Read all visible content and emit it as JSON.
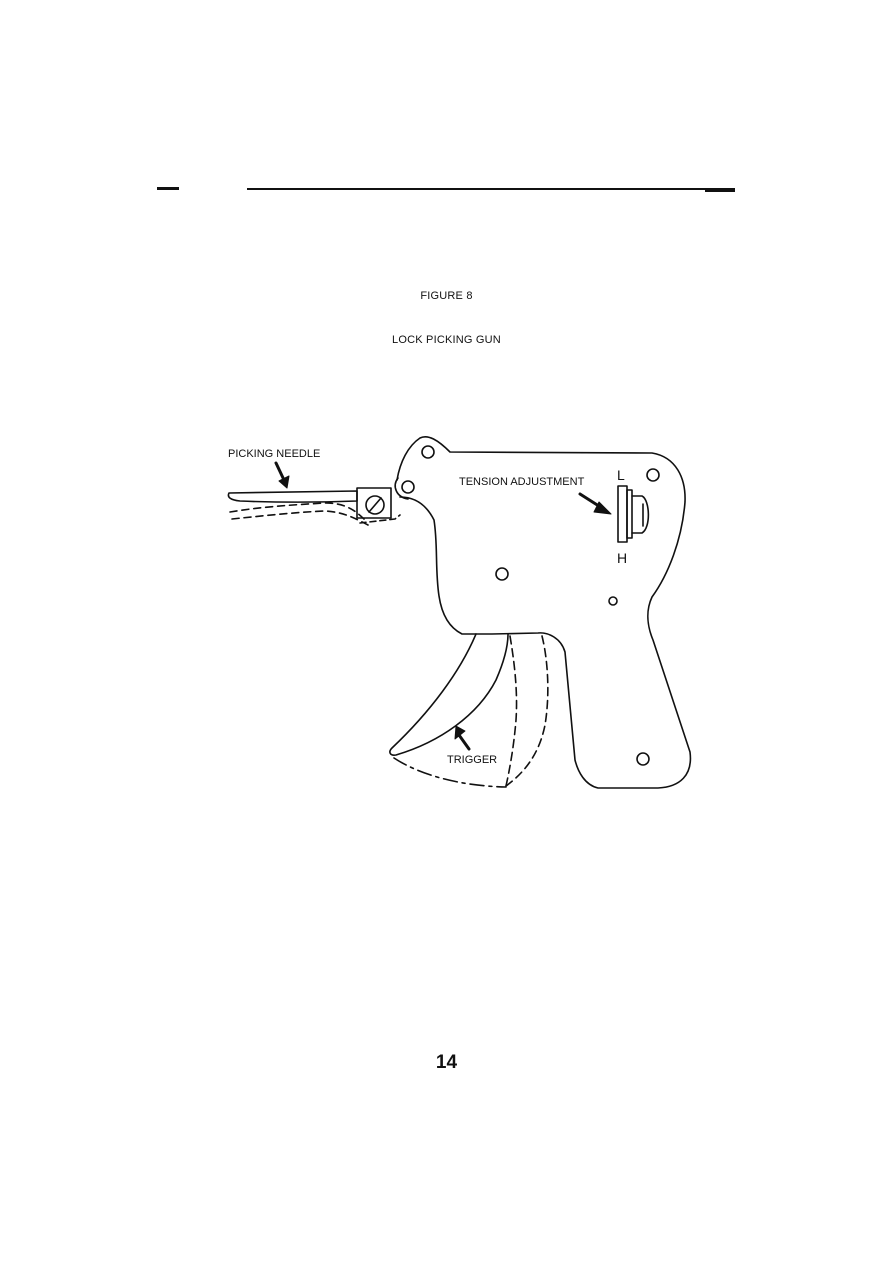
{
  "figure": {
    "number": "FIGURE 8",
    "title": "LOCK PICKING GUN"
  },
  "labels": {
    "picking_needle": "PICKING NEEDLE",
    "tension_adjustment": "TENSION ADJUSTMENT",
    "trigger": "TRIGGER",
    "low": "L",
    "high": "H"
  },
  "page_number": "14"
}
